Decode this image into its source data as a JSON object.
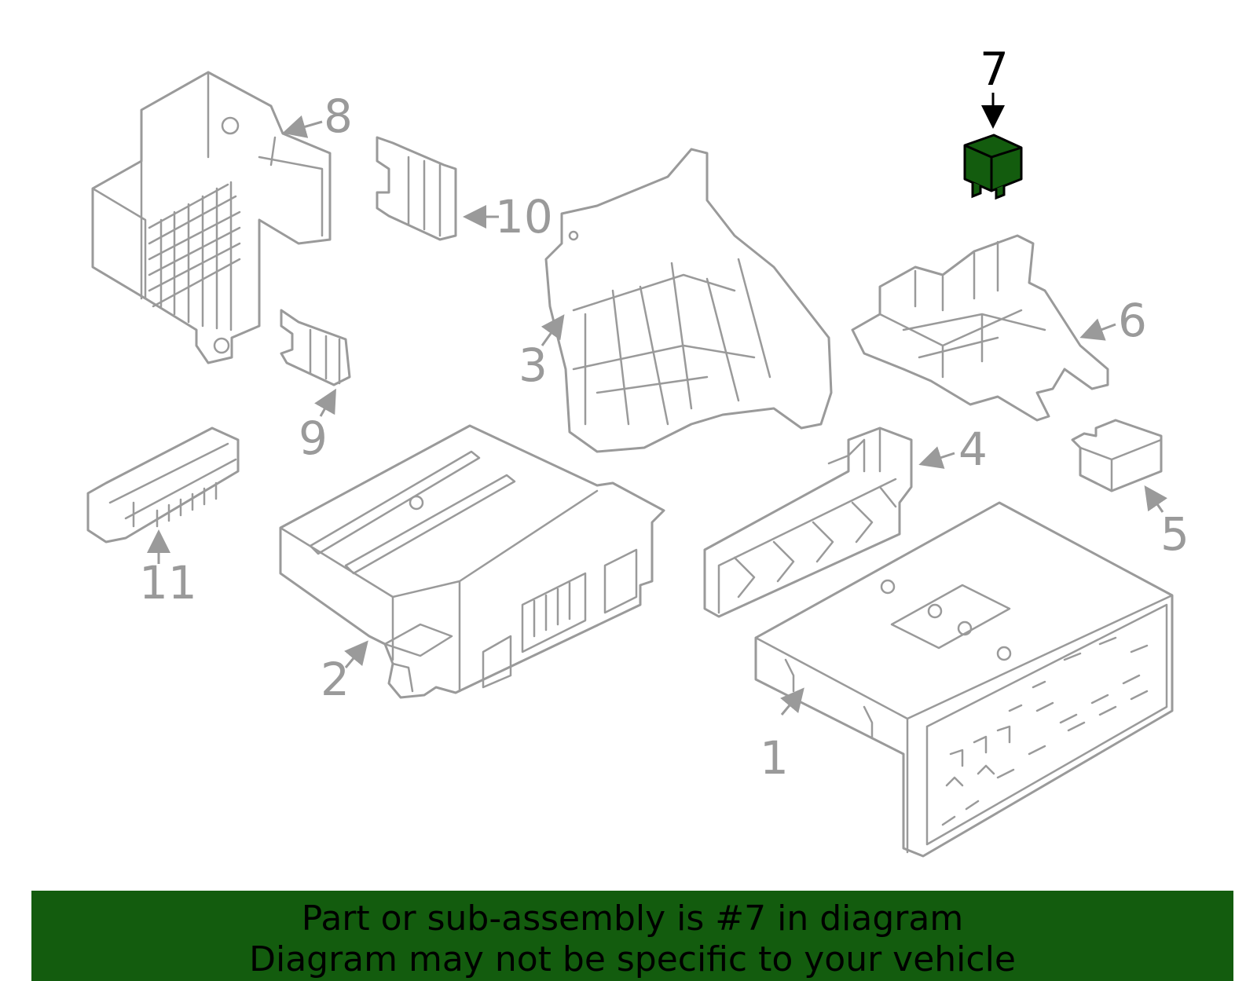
{
  "diagram": {
    "highlight_color": "#135c0e",
    "callouts": {
      "c1": "1",
      "c2": "2",
      "c3": "3",
      "c4": "4",
      "c5": "5",
      "c6": "6",
      "c7": "7",
      "c8": "8",
      "c9": "9",
      "c10": "10",
      "c11": "11"
    },
    "highlighted_part": "7"
  },
  "banner": {
    "line1": "Part or sub-assembly is #7 in diagram",
    "line2": "Diagram may not be specific to your vehicle",
    "background": "#135c0e"
  }
}
